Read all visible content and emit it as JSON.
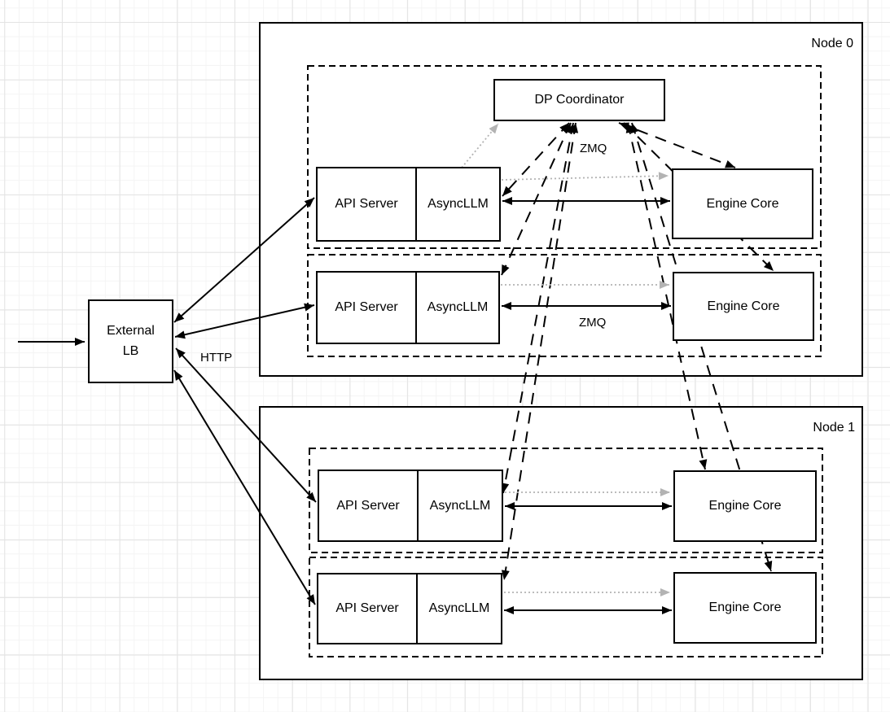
{
  "colors": {
    "stroke": "#000000",
    "muted_arrow": "#b3b3b3",
    "box_fill": "#ffffff",
    "grid_minor": "#f4f4f4",
    "grid_major": "#e3e3e3"
  },
  "external_lb": {
    "line1": "External",
    "line2": "LB"
  },
  "labels": {
    "http": "HTTP",
    "zmq_top": "ZMQ",
    "zmq_mid": "ZMQ"
  },
  "node0": {
    "title": "Node 0",
    "dp_coordinator": "DP Coordinator",
    "rows": [
      {
        "api": "API Server",
        "async": "AsyncLLM",
        "engine": "Engine Core"
      },
      {
        "api": "API Server",
        "async": "AsyncLLM",
        "engine": "Engine Core"
      }
    ]
  },
  "node1": {
    "title": "Node 1",
    "rows": [
      {
        "api": "API Server",
        "async": "AsyncLLM",
        "engine": "Engine Core"
      },
      {
        "api": "API Server",
        "async": "AsyncLLM",
        "engine": "Engine Core"
      }
    ]
  },
  "connections": [
    {
      "from": "inbound-traffic",
      "to": "external-lb",
      "style": "solid-arrow",
      "label": ""
    },
    {
      "from": "external-lb",
      "to": "node0-row1-api-server",
      "style": "solid-bidirectional",
      "label": "HTTP"
    },
    {
      "from": "external-lb",
      "to": "node0-row2-api-server",
      "style": "solid-bidirectional",
      "label": "HTTP"
    },
    {
      "from": "external-lb",
      "to": "node1-row1-api-server",
      "style": "solid-bidirectional",
      "label": "HTTP"
    },
    {
      "from": "external-lb",
      "to": "node1-row2-api-server",
      "style": "solid-bidirectional",
      "label": "HTTP"
    },
    {
      "from": "node0-row1-asyncllm",
      "to": "node0-row1-engine-core",
      "style": "solid-bidirectional",
      "label": "ZMQ"
    },
    {
      "from": "node0-row2-asyncllm",
      "to": "node0-row2-engine-core",
      "style": "solid-bidirectional",
      "label": "ZMQ"
    },
    {
      "from": "node1-row1-asyncllm",
      "to": "node1-row1-engine-core",
      "style": "solid-bidirectional",
      "label": "ZMQ"
    },
    {
      "from": "node1-row2-asyncllm",
      "to": "node1-row2-engine-core",
      "style": "solid-bidirectional",
      "label": "ZMQ"
    },
    {
      "from": "node0-row1-asyncllm",
      "to": "dp-coordinator",
      "style": "dotted-gray-arrow",
      "label": ""
    },
    {
      "from": "node0-row1-asyncllm",
      "to": "node0-row1-engine-core",
      "style": "dotted-gray-arrow",
      "label": ""
    },
    {
      "from": "node0-row2-asyncllm",
      "to": "node0-row2-engine-core",
      "style": "dotted-gray-arrow",
      "label": ""
    },
    {
      "from": "node1-row1-asyncllm",
      "to": "node1-row1-engine-core",
      "style": "dotted-gray-arrow",
      "label": ""
    },
    {
      "from": "node1-row2-asyncllm",
      "to": "node1-row2-engine-core",
      "style": "dotted-gray-arrow",
      "label": ""
    },
    {
      "from": "dp-coordinator",
      "to": "node0-row1-asyncllm",
      "style": "dashed-bidirectional",
      "label": "ZMQ"
    },
    {
      "from": "dp-coordinator",
      "to": "node0-row2-asyncllm",
      "style": "dashed-bidirectional",
      "label": "ZMQ"
    },
    {
      "from": "dp-coordinator",
      "to": "node1-row1-asyncllm",
      "style": "dashed-bidirectional",
      "label": "ZMQ"
    },
    {
      "from": "dp-coordinator",
      "to": "node1-row2-asyncllm",
      "style": "dashed-bidirectional",
      "label": "ZMQ"
    },
    {
      "from": "dp-coordinator",
      "to": "node0-row1-engine-core",
      "style": "dashed-bidirectional",
      "label": "ZMQ"
    },
    {
      "from": "dp-coordinator",
      "to": "node0-row2-engine-core",
      "style": "dashed-bidirectional",
      "label": "ZMQ"
    },
    {
      "from": "dp-coordinator",
      "to": "node1-row1-engine-core",
      "style": "dashed-bidirectional",
      "label": "ZMQ"
    },
    {
      "from": "dp-coordinator",
      "to": "node1-row2-engine-core",
      "style": "dashed-bidirectional",
      "label": "ZMQ"
    }
  ]
}
